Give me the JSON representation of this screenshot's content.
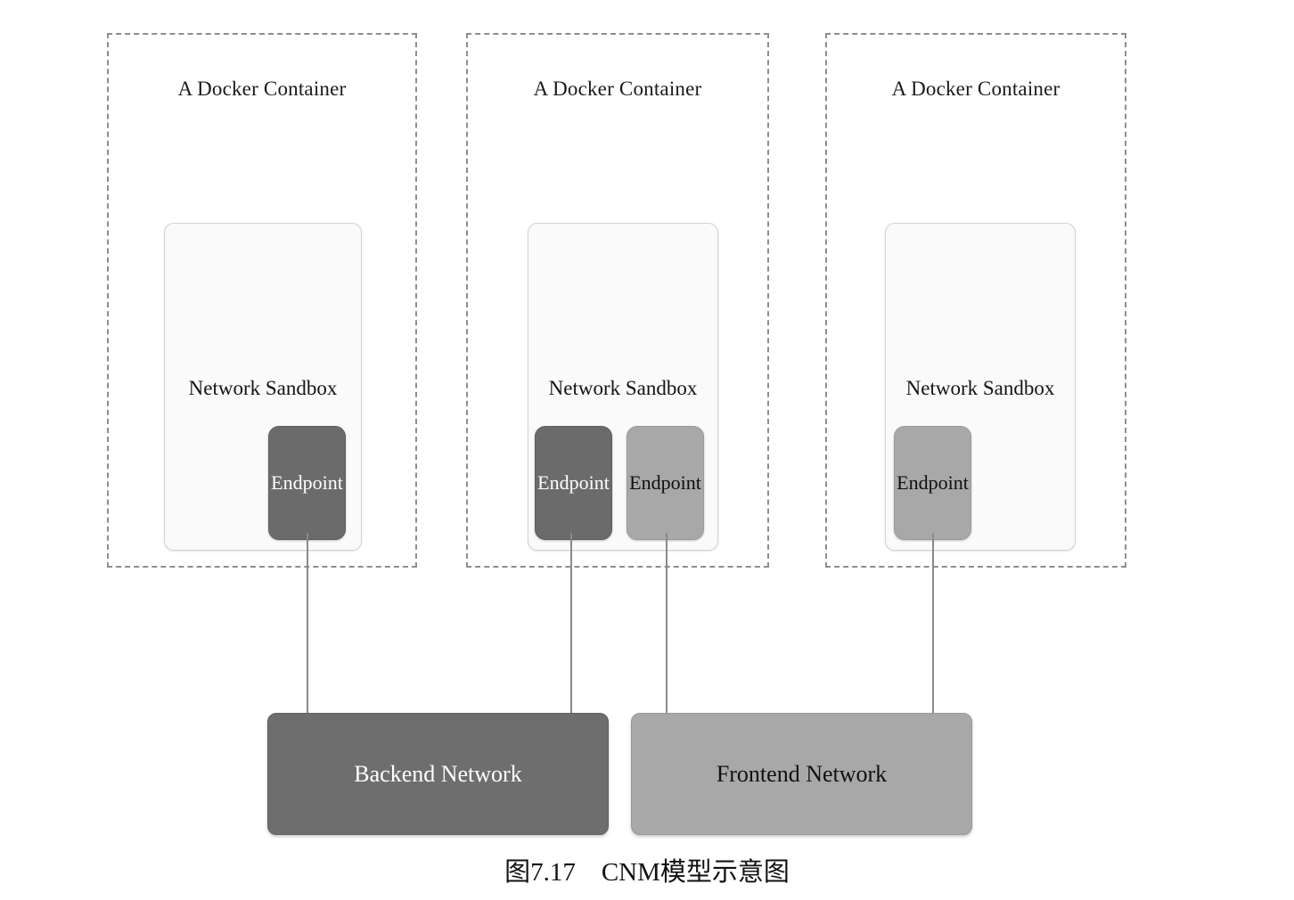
{
  "diagram": {
    "caption": "图7.17　CNM模型示意图",
    "containers": [
      {
        "title": "A Docker Container",
        "sandbox_label": "Network Sandbox",
        "endpoints": [
          {
            "label": "Endpoint",
            "shade": "dark",
            "connects_to": "Backend Network"
          }
        ]
      },
      {
        "title": "A Docker Container",
        "sandbox_label": "Network Sandbox",
        "endpoints": [
          {
            "label": "Endpoint",
            "shade": "dark",
            "connects_to": "Backend Network"
          },
          {
            "label": "Endpoint",
            "shade": "light",
            "connects_to": "Frontend Network"
          }
        ]
      },
      {
        "title": "A Docker Container",
        "sandbox_label": "Network Sandbox",
        "endpoints": [
          {
            "label": "Endpoint",
            "shade": "light",
            "connects_to": "Frontend Network"
          }
        ]
      }
    ],
    "networks": [
      {
        "label": "Backend Network",
        "shade": "dark",
        "color": "#6e6e6e",
        "text_color": "#ffffff"
      },
      {
        "label": "Frontend Network",
        "shade": "light",
        "color": "#a8a8a8",
        "text_color": "#101010"
      }
    ],
    "colors": {
      "container_border": "#8e8e8e",
      "sandbox_fill": "#fafafa",
      "sandbox_border": "#d2d2d2",
      "endpoint_dark": "#6b6b6b",
      "endpoint_light": "#a8a8a8",
      "connector": "#8a8a8a",
      "page_background": "#ffffff"
    }
  }
}
